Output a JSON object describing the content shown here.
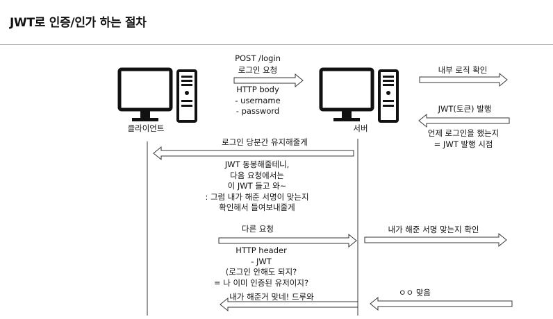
{
  "title": "JWT로 인증/인가 하는 절차",
  "nodes": {
    "client": "클라이언트",
    "server": "서버"
  },
  "messages": {
    "login_request": "POST /login\n로그인 요청",
    "login_body": "HTTP body\n- username\n- password",
    "internal_logic": "내부 로직 확인",
    "jwt_issue": "JWT(토큰) 발행",
    "jwt_issue_note": "언제 로그인을 했는지\n= JWT 발행 시점",
    "keep_login": "로그인 당분간 유지해줄게",
    "jwt_note": "JWT 동봉해줄테니,\n다음 요청에서는\n이 JWT 들고 와~\n: 그럼 내가 해준 서명이 맞는지\n확인해서 들여보내줄게",
    "other_request": "다른 요청",
    "header_note": "HTTP header\n- JWT\n(로그인 안해도 되지?\n= 나 이미 인증된 유저이지?",
    "verify_signature": "내가 해준 서명 맞는지 확인",
    "correct": "ㅇㅇ 맞음",
    "ok_come_in": "내가 해준거 맞네! 드루와"
  }
}
